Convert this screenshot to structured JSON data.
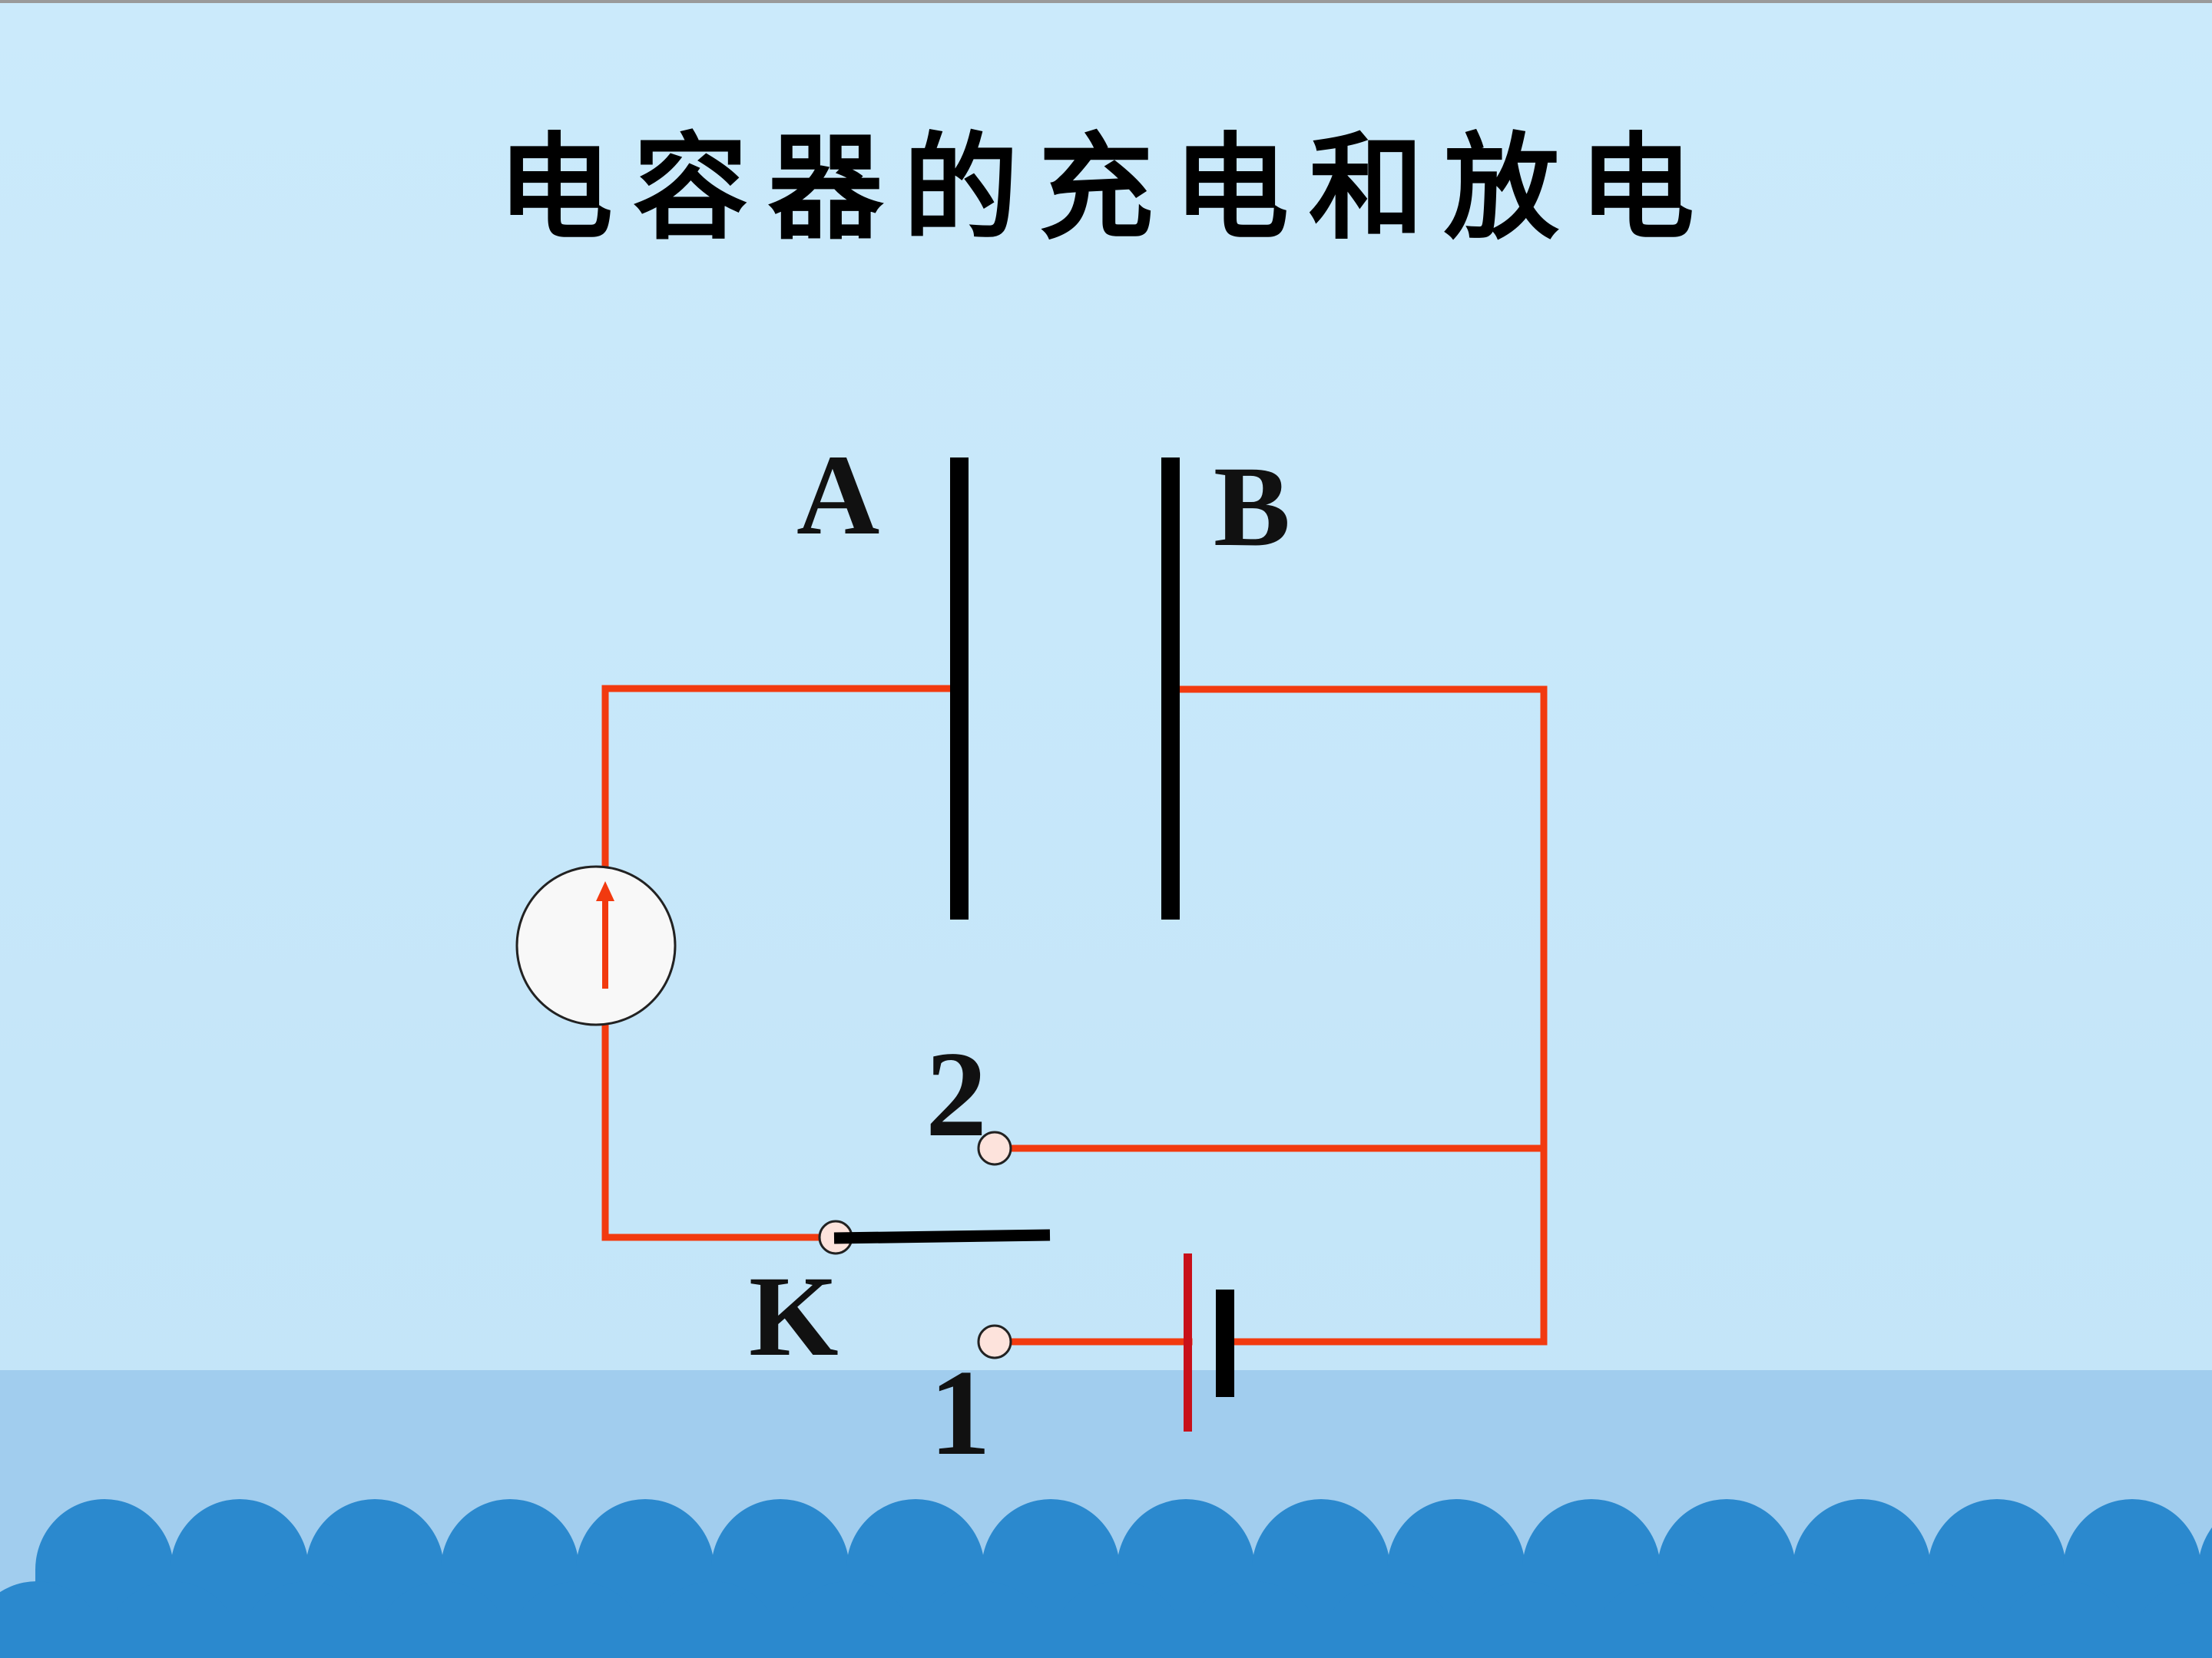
{
  "slide": {
    "title": "电容器的充电和放电"
  },
  "labels": {
    "plate_a": "A",
    "plate_b": "B",
    "switch": "K",
    "contact_1": "1",
    "contact_2": "2"
  },
  "colors": {
    "background": "#c7e7f9",
    "floor": "#a1cdee",
    "wave": "#2b89ce",
    "wire": "#f23a0f",
    "plate": "#000000",
    "battery_positive": "#c8101a",
    "meter_face": "#f8f8f8"
  }
}
